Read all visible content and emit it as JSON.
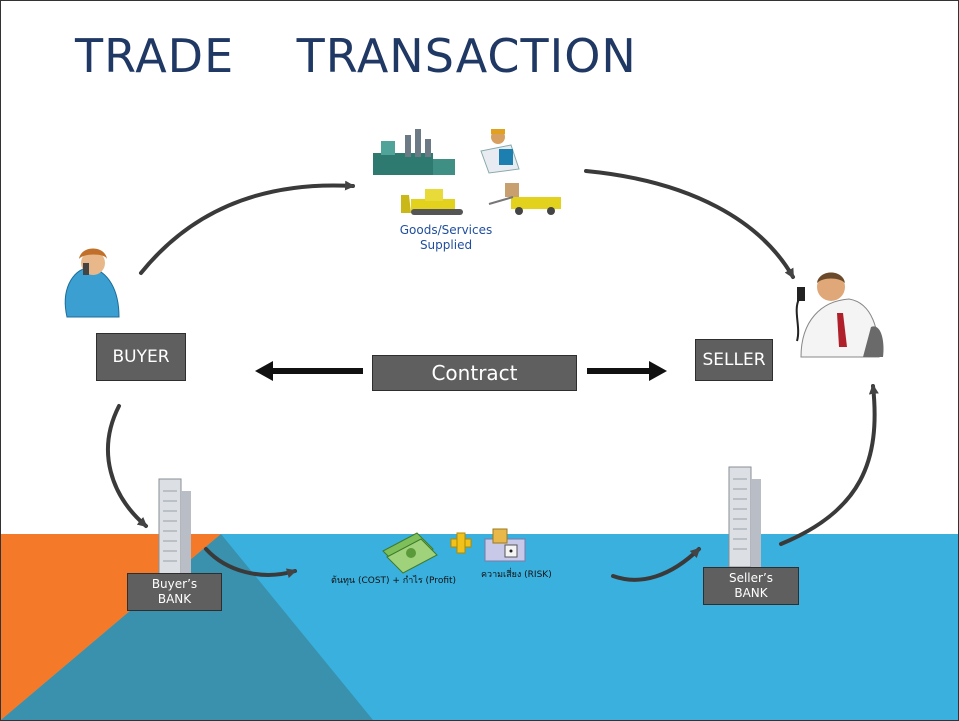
{
  "title": "TRADE    TRANSACTION",
  "labels": {
    "goods_line1": "Goods/Services",
    "goods_line2": "Supplied",
    "cost_profit": "ต้นทุน (COST) + กำไร (Profit)",
    "risk": "ความเสี่ยง (RISK)"
  },
  "boxes": {
    "buyer": "BUYER",
    "seller": "SELLER",
    "contract": "Contract",
    "buyer_bank_line1": "Buyer’s",
    "buyer_bank_line2": "BANK",
    "seller_bank_line1": "Seller’s",
    "seller_bank_line2": "BANK"
  },
  "colors": {
    "title": "#1f3864",
    "sea": "#3ab0de",
    "orange": "#f47a2a",
    "teal_overlay": "#3a8ea8",
    "box_fill": "#5f5f5f"
  }
}
